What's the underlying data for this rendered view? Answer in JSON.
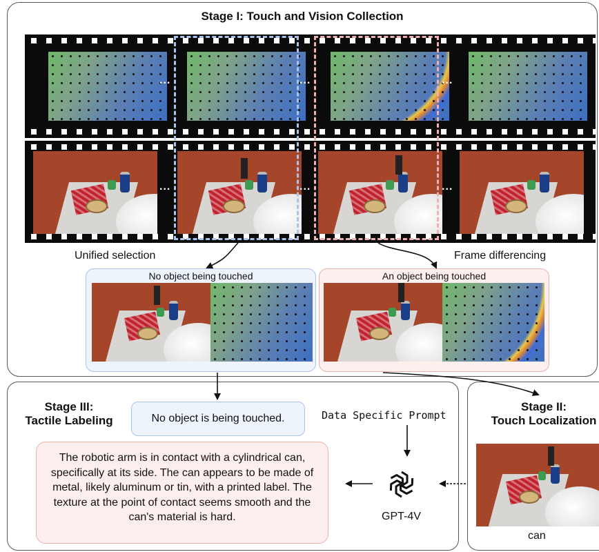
{
  "stage1": {
    "title": "Stage I: Touch and Vision Collection"
  },
  "stage2": {
    "title": "Stage II:\nTouch Localization",
    "object_label": "can"
  },
  "stage3": {
    "title": "Stage III:\nTactile Labeling",
    "no_touch_text": "No object is being touched.",
    "description": "The robotic arm is in contact with a cylindrical can, specifically at its side. The can appears to be made of metal, likely aluminum or tin, with a printed label. The texture at the point of contact seems smooth and the can's material is hard."
  },
  "film": {
    "ellipsis": "..."
  },
  "selection": {
    "left_label": "Unified selection",
    "right_label": "Frame differencing",
    "no_touch_title": "No object being touched",
    "touch_title": "An object being touched"
  },
  "prompt": {
    "label": "Data Specific Prompt",
    "model_label": "GPT-4V"
  },
  "colors": {
    "blue_highlight": "#a9c3ea",
    "red_highlight": "#f0b0b0",
    "blue_fill": "#eef4fc",
    "red_fill": "#fcefed"
  },
  "icons": {
    "model_icon": "openai-logo-icon"
  }
}
